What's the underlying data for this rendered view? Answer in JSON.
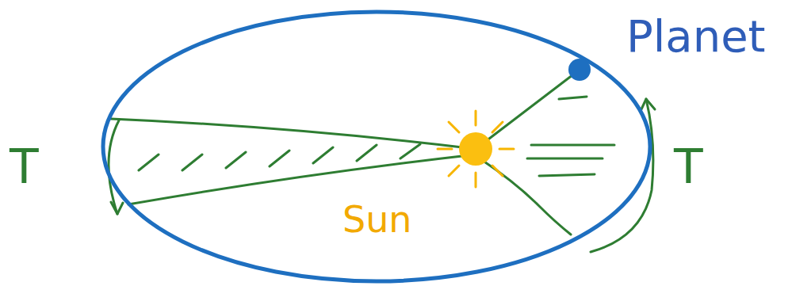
{
  "diagram": {
    "labels": [
      "Planet",
      "Sun",
      "T",
      "T"
    ]
  }
}
